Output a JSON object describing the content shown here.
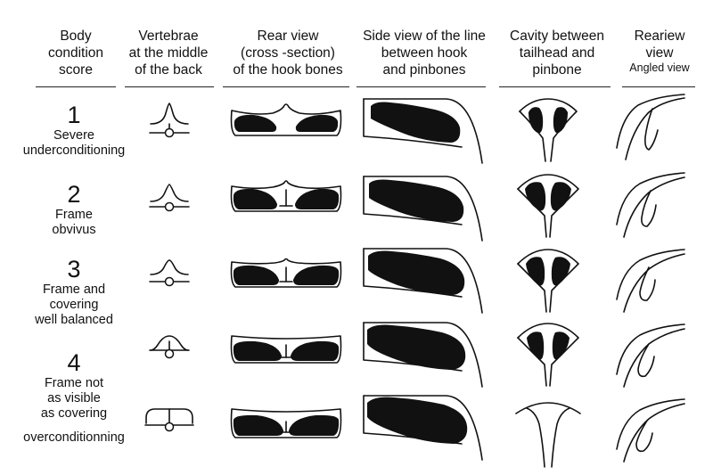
{
  "headers": {
    "score": "Body\ncondition\nscore",
    "vertebrae": "Vertebrae\nat the middle\nof the back",
    "rear": "Rear view\n(cross -section)\nof the hook bones",
    "side": "Side view of the line\nbetween hook\nand pinbones",
    "cavity": "Cavity between\ntailhead and\npinbone",
    "angled": "Reariew\nview",
    "angled_sub": "Angled view"
  },
  "rows": [
    {
      "score": "1",
      "description": "Severe\nunderconditioning"
    },
    {
      "score": "2",
      "description": "Frame\nobvivus"
    },
    {
      "score": "3",
      "description": "Frame and\ncovering\nwell balanced"
    },
    {
      "score": "4",
      "description": "Frame not\nas visible\nas covering"
    },
    {
      "score": "",
      "description": "overconditionning"
    }
  ]
}
